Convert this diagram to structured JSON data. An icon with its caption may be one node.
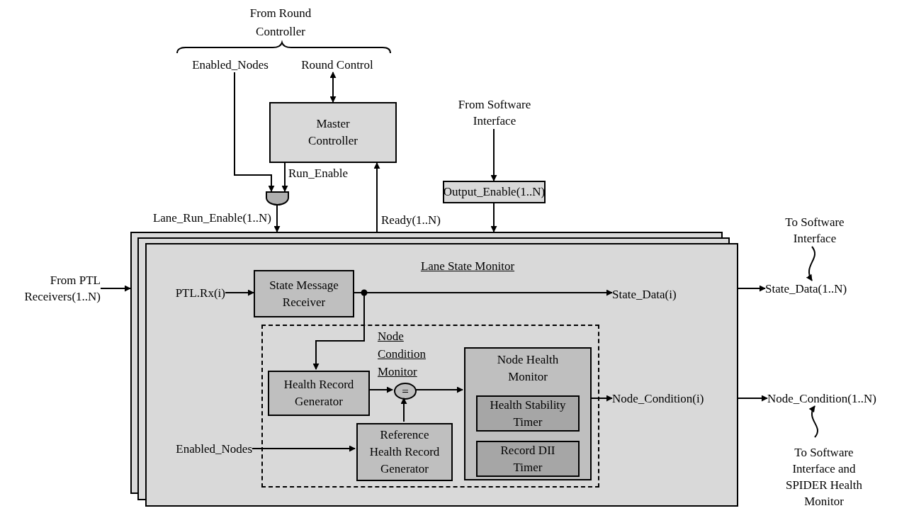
{
  "diagram": {
    "nodes": [
      {
        "text": [
          "Enabled_Nodes"
        ]
      },
      {
        "text": [
          "Round Control"
        ]
      },
      {
        "text": [
          "Master Controller"
        ]
      },
      {
        "text": [
          "From Software Interface"
        ]
      },
      {
        "text": [],
        "shape": "gate"
      },
      {
        "text": [
          "Output_Enable(1..N)"
        ]
      },
      {
        "text": [
          "Lane State Monitor"
        ]
      },
      {
        "text": [
          "From PTL Receivers(1..N)"
        ]
      },
      {
        "text": [
          "To Software Interface"
        ]
      },
      {
        "text": [
          "State_Data(1..N)"
        ]
      },
      {
        "text": [
          "Node_Condition(1..N)"
        ]
      },
      {
        "text": [
          "To Software Interface and SPIDER Health Monitor"
        ]
      },
      {
        "text": [
          "PTL.Rx(i)"
        ],
        "in": 6
      },
      {
        "text": [
          "State Message Receiver"
        ],
        "in": 6
      },
      {
        "text": [
          "State_Data(i)"
        ],
        "in": 6
      },
      {
        "text": [
          "Node Condition Monitor"
        ],
        "in": 6
      },
      {
        "text": [
          "Health Record Generator"
        ],
        "in": 15
      },
      {
        "text": [
          "="
        ],
        "in": 15
      },
      {
        "text": [
          "Node Health Monitor"
        ],
        "in": 15
      },
      {
        "text": [
          "Health Stability Timer"
        ],
        "in": 18
      },
      {
        "text": [
          "Record DII Timer"
        ],
        "in": 18
      },
      {
        "text": [
          "Reference Health Record Generator"
        ],
        "in": 15
      },
      {
        "text": [
          "Enabled_Nodes"
        ],
        "in": 6
      },
      {
        "text": [
          "Node_Condition(i)"
        ],
        "in": 6
      }
    ],
    "edges": [
      {
        "from": 0,
        "to": 4,
        "arrow": "to"
      },
      {
        "from": 2,
        "to": 4,
        "arrow": "to",
        "label": "Run_Enable"
      },
      {
        "from": 4,
        "to": 6,
        "arrow": "to",
        "label": "Lane_Run_Enable(1..N)"
      },
      {
        "from": 6,
        "to": 2,
        "arrow": "to",
        "label": "Ready(1..N)"
      },
      {
        "from": 1,
        "to": 2,
        "arrow": "both"
      },
      {
        "from": 3,
        "to": 5,
        "arrow": "to"
      },
      {
        "from": 5,
        "to": 6,
        "arrow": "to"
      },
      {
        "from": 7,
        "to": 6,
        "arrow": "to"
      },
      {
        "from": 6,
        "to": 9,
        "arrow": "to"
      },
      {
        "from": 6,
        "to": 10,
        "arrow": "to"
      },
      {
        "from": 8,
        "to": 9,
        "arrow": "to"
      },
      {
        "from": 11,
        "to": 10,
        "arrow": "to"
      },
      {
        "from": 12,
        "to": 13,
        "arrow": "to"
      },
      {
        "from": 13,
        "to": 14,
        "arrow": "to"
      },
      {
        "from": 13,
        "to": 16,
        "arrow": "to"
      },
      {
        "from": 16,
        "to": 17,
        "arrow": "to"
      },
      {
        "from": 21,
        "to": 17,
        "arrow": "to"
      },
      {
        "from": 17,
        "to": 18,
        "arrow": "to"
      },
      {
        "from": 22,
        "to": 21,
        "arrow": "to"
      },
      {
        "from": 18,
        "to": 23,
        "arrow": "to"
      }
    ],
    "labels": [
      "From Round Controller"
    ]
  }
}
